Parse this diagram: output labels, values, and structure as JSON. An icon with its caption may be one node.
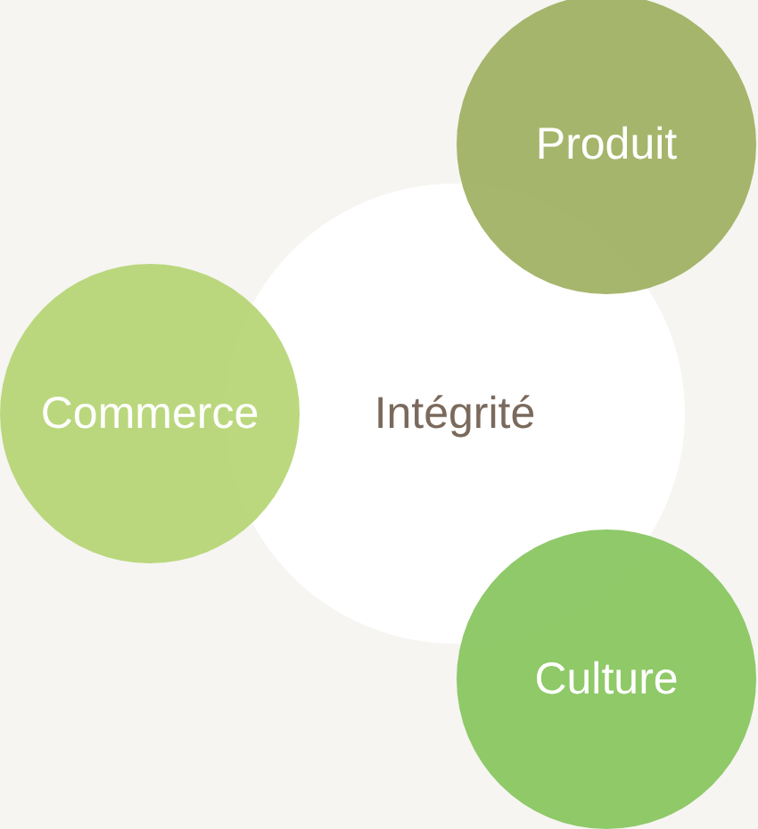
{
  "diagram": {
    "nodes": [
      {
        "text": [
          "Produit"
        ]
      },
      {
        "text": [
          "Intégrité"
        ]
      },
      {
        "text": [
          "Commerce"
        ]
      },
      {
        "text": [
          "Culture"
        ]
      }
    ]
  }
}
